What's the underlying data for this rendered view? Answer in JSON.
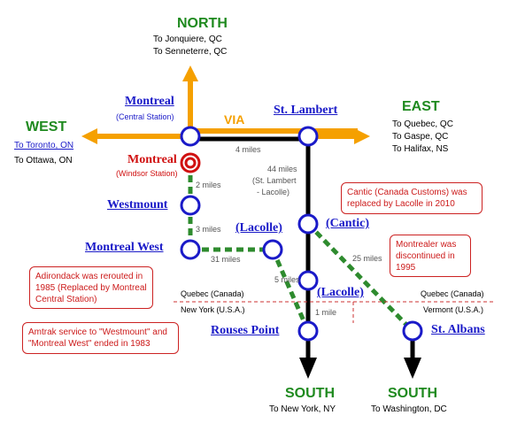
{
  "directions": {
    "north": {
      "label": "NORTH",
      "lines": [
        "To Jonquiere, QC",
        "To Senneterre, QC"
      ]
    },
    "west": {
      "label": "WEST",
      "link": "To Toronto, ON",
      "line2": "To Ottawa, ON"
    },
    "east": {
      "label": "EAST",
      "lines": [
        "To Quebec, QC",
        "To Gaspe, QC",
        "To Halifax, NS"
      ]
    },
    "south_left": {
      "label": "SOUTH",
      "line": "To New York, NY"
    },
    "south_right": {
      "label": "SOUTH",
      "line": "To Washington, DC"
    }
  },
  "via_label": "VIA",
  "stations": {
    "montreal_central": {
      "name": "Montreal",
      "sub": "(Central Station)"
    },
    "montreal_windsor": {
      "name": "Montreal",
      "sub": "(Windsor Station)"
    },
    "westmount": {
      "name": "Westmount"
    },
    "montreal_west": {
      "name": "Montreal West"
    },
    "lacolle_1": {
      "name": "(Lacolle)"
    },
    "st_lambert": {
      "name": "St. Lambert"
    },
    "cantic": {
      "name": "(Cantic)"
    },
    "lacolle_2": {
      "name": "(Lacolle)"
    },
    "rouses_point": {
      "name": "Rouses Point"
    },
    "st_albans": {
      "name": "St. Albans"
    }
  },
  "distances": {
    "central_stlambert": "4 miles",
    "windsor_westmount": "2 miles",
    "westmount_mtlwest": "3 miles",
    "mtlwest_lacolle": "31 miles",
    "stlambert_lacolle_1": "44 miles",
    "stlambert_lacolle_2": "(St. Lambert",
    "stlambert_lacolle_3": "- Lacolle)",
    "cantic_stalbans": "25 miles",
    "lacolle_segment": "5 miles",
    "lacolle_rouses": "1 mile"
  },
  "border": {
    "left_top": "Quebec (Canada)",
    "left_bottom": "New York (U.S.A.)",
    "right_top": "Quebec (Canada)",
    "right_bottom": "Vermont (U.S.A.)"
  },
  "notes": {
    "cantic": "Cantic (Canada Customs) was replaced by Lacolle in 2010",
    "montrealer": "Montrealer was discontinued in 1995",
    "adirondack": "Adirondack was rerouted in 1985 (Replaced by Montreal Central Station)",
    "amtrak": "Amtrak service to \"Westmount\" and \"Montreal West\" ended in 1983"
  },
  "colors": {
    "via_orange": "#f5a000",
    "amtrak_black": "#000000",
    "dashed_green": "#2e8b2e",
    "station_blue": "#1a1ac8",
    "former_red": "#d01010"
  }
}
